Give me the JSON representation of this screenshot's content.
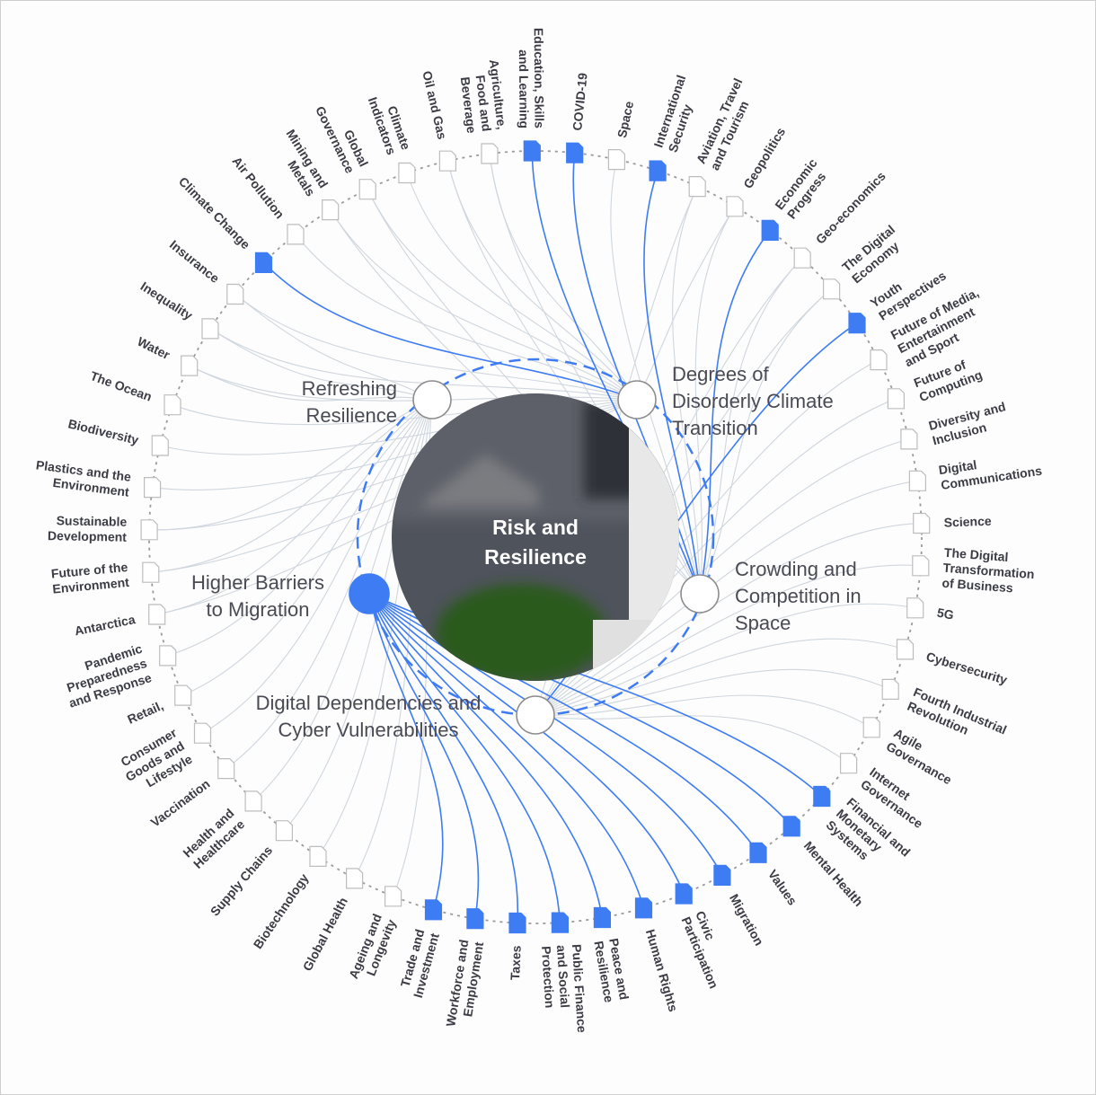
{
  "diagram": {
    "center_title": [
      "Risk and",
      "Resilience"
    ],
    "accent_color": "#3e7cf4",
    "link_color": "#cfd6de",
    "hubs": [
      {
        "id": "refreshing",
        "lines": [
          "Refreshing",
          "Resilience"
        ],
        "anchor": "end",
        "active": false
      },
      {
        "id": "climate",
        "lines": [
          "Degrees of",
          "Disorderly Climate",
          "Transition"
        ],
        "anchor": "start",
        "active": false
      },
      {
        "id": "space",
        "lines": [
          "Crowding and",
          "Competition in",
          "Space"
        ],
        "anchor": "start",
        "active": false
      },
      {
        "id": "digital",
        "lines": [
          "Digital Dependencies and",
          "Cyber Vulnerabilities"
        ],
        "anchor": "middle",
        "active": false
      },
      {
        "id": "migration",
        "lines": [
          "Higher Barriers",
          "to Migration"
        ],
        "anchor": "middle",
        "active": true
      }
    ],
    "topics": [
      {
        "label": [
          "Climate Change"
        ],
        "hubs": [
          "climate"
        ],
        "hl": true
      },
      {
        "label": [
          "Air Pollution"
        ],
        "hubs": [
          "climate"
        ],
        "hl": false
      },
      {
        "label": [
          "Mining and",
          "Metals"
        ],
        "hubs": [
          "climate",
          "space"
        ],
        "hl": false
      },
      {
        "label": [
          "Global",
          "Governance"
        ],
        "hubs": [
          "climate",
          "space"
        ],
        "hl": false
      },
      {
        "label": [
          "Climate",
          "Indicators"
        ],
        "hubs": [
          "climate"
        ],
        "hl": false
      },
      {
        "label": [
          "Oil and Gas"
        ],
        "hubs": [
          "climate",
          "space"
        ],
        "hl": false
      },
      {
        "label": [
          "Agriculture,",
          "Food and",
          "Beverage"
        ],
        "hubs": [
          "climate",
          "space"
        ],
        "hl": false
      },
      {
        "label": [
          "Education, Skills",
          "and Learning"
        ],
        "hubs": [
          "space"
        ],
        "hl": true
      },
      {
        "label": [
          "COVID-19"
        ],
        "hubs": [
          "space"
        ],
        "hl": true
      },
      {
        "label": [
          "Space"
        ],
        "hubs": [
          "space"
        ],
        "hl": false
      },
      {
        "label": [
          "International",
          "Security"
        ],
        "hubs": [
          "space"
        ],
        "hl": true
      },
      {
        "label": [
          "Aviation, Travel",
          "and Tourism"
        ],
        "hubs": [
          "space",
          "digital"
        ],
        "hl": false
      },
      {
        "label": [
          "Geopolitics"
        ],
        "hubs": [
          "space",
          "climate"
        ],
        "hl": false
      },
      {
        "label": [
          "Economic",
          "Progress"
        ],
        "hubs": [
          "space"
        ],
        "hl": true
      },
      {
        "label": [
          "Geo-economics"
        ],
        "hubs": [
          "space",
          "digital"
        ],
        "hl": false
      },
      {
        "label": [
          "The Digital",
          "Economy"
        ],
        "hubs": [
          "digital",
          "space"
        ],
        "hl": false
      },
      {
        "label": [
          "Youth",
          "Perspectives"
        ],
        "hubs": [
          "digital"
        ],
        "hl": true
      },
      {
        "label": [
          "Future of Media,",
          "Entertainment",
          "and Sport"
        ],
        "hubs": [
          "digital"
        ],
        "hl": false
      },
      {
        "label": [
          "Future of",
          "Computing"
        ],
        "hubs": [
          "digital"
        ],
        "hl": false
      },
      {
        "label": [
          "Diversity and",
          "Inclusion"
        ],
        "hubs": [
          "digital"
        ],
        "hl": false
      },
      {
        "label": [
          "Digital",
          "Communications"
        ],
        "hubs": [
          "digital"
        ],
        "hl": false
      },
      {
        "label": [
          "Science"
        ],
        "hubs": [
          "digital"
        ],
        "hl": false
      },
      {
        "label": [
          "The Digital",
          "Transformation",
          "of Business"
        ],
        "hubs": [
          "digital"
        ],
        "hl": false
      },
      {
        "label": [
          "5G"
        ],
        "hubs": [
          "digital"
        ],
        "hl": false
      },
      {
        "label": [
          "Cybersecurity"
        ],
        "hubs": [
          "digital"
        ],
        "hl": false
      },
      {
        "label": [
          "Fourth Industrial",
          "Revolution"
        ],
        "hubs": [
          "digital"
        ],
        "hl": false
      },
      {
        "label": [
          "Agile",
          "Governance"
        ],
        "hubs": [
          "digital"
        ],
        "hl": false
      },
      {
        "label": [
          "Internet",
          "Governance"
        ],
        "hubs": [
          "digital"
        ],
        "hl": false
      },
      {
        "label": [
          "Financial and",
          "Monetary",
          "Systems"
        ],
        "hubs": [
          "migration"
        ],
        "hl": true
      },
      {
        "label": [
          "Mental Health"
        ],
        "hubs": [
          "migration"
        ],
        "hl": true
      },
      {
        "label": [
          "Values"
        ],
        "hubs": [
          "migration"
        ],
        "hl": true
      },
      {
        "label": [
          "Migration"
        ],
        "hubs": [
          "migration"
        ],
        "hl": true
      },
      {
        "label": [
          "Civic",
          "Participation"
        ],
        "hubs": [
          "migration"
        ],
        "hl": true
      },
      {
        "label": [
          "Human Rights"
        ],
        "hubs": [
          "migration"
        ],
        "hl": true
      },
      {
        "label": [
          "Peace and",
          "Resilience"
        ],
        "hubs": [
          "migration"
        ],
        "hl": true
      },
      {
        "label": [
          "Public Finance",
          "and Social",
          "Protection"
        ],
        "hubs": [
          "migration"
        ],
        "hl": true
      },
      {
        "label": [
          "Taxes"
        ],
        "hubs": [
          "migration"
        ],
        "hl": true
      },
      {
        "label": [
          "Workforce and",
          "Employment"
        ],
        "hubs": [
          "migration"
        ],
        "hl": true
      },
      {
        "label": [
          "Trade and",
          "Investment"
        ],
        "hubs": [
          "migration"
        ],
        "hl": true
      },
      {
        "label": [
          "Ageing and",
          "Longevity"
        ],
        "hubs": [
          "refreshing"
        ],
        "hl": false
      },
      {
        "label": [
          "Global Health"
        ],
        "hubs": [
          "refreshing"
        ],
        "hl": false
      },
      {
        "label": [
          "Biotechnology"
        ],
        "hubs": [
          "refreshing"
        ],
        "hl": false
      },
      {
        "label": [
          "Supply Chains"
        ],
        "hubs": [
          "refreshing"
        ],
        "hl": false
      },
      {
        "label": [
          "Health and",
          "Healthcare"
        ],
        "hubs": [
          "refreshing"
        ],
        "hl": false
      },
      {
        "label": [
          "Vaccination"
        ],
        "hubs": [
          "refreshing"
        ],
        "hl": false
      },
      {
        "label": [
          "Consumer",
          "Goods and",
          "Lifestyle"
        ],
        "hubs": [
          "refreshing"
        ],
        "hl": false
      },
      {
        "label": [
          "Retail,"
        ],
        "hubs": [
          "refreshing"
        ],
        "hl": false
      },
      {
        "label": [
          "Pandemic",
          "Preparedness",
          "and Response"
        ],
        "hubs": [
          "refreshing"
        ],
        "hl": false
      },
      {
        "label": [
          "Antarctica"
        ],
        "hubs": [
          "refreshing",
          "climate"
        ],
        "hl": false
      },
      {
        "label": [
          "Future of the",
          "Environment"
        ],
        "hubs": [
          "climate",
          "refreshing"
        ],
        "hl": false
      },
      {
        "label": [
          "Sustainable",
          "Development"
        ],
        "hubs": [
          "climate",
          "refreshing"
        ],
        "hl": false
      },
      {
        "label": [
          "Plastics and the",
          "Environment"
        ],
        "hubs": [
          "climate"
        ],
        "hl": false
      },
      {
        "label": [
          "Biodiversity"
        ],
        "hubs": [
          "climate"
        ],
        "hl": false
      },
      {
        "label": [
          "The Ocean"
        ],
        "hubs": [
          "climate"
        ],
        "hl": false
      },
      {
        "label": [
          "Water"
        ],
        "hubs": [
          "climate",
          "refreshing"
        ],
        "hl": false
      },
      {
        "label": [
          "Inequality"
        ],
        "hubs": [
          "climate",
          "refreshing"
        ],
        "hl": false
      },
      {
        "label": [
          "Insurance"
        ],
        "hubs": [
          "climate",
          "refreshing"
        ],
        "hl": false
      }
    ]
  }
}
